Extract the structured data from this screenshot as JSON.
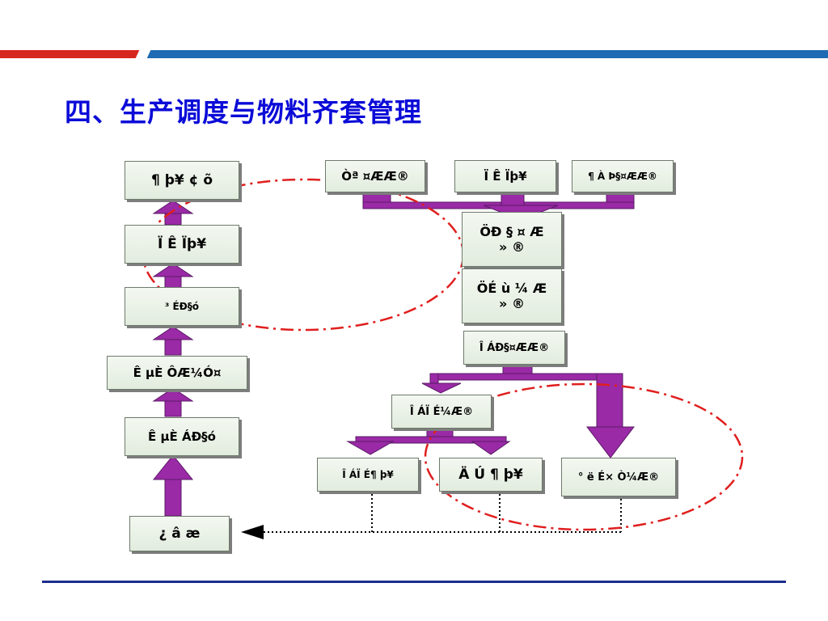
{
  "title": "四、生产调度与物料齐套管理",
  "colors": {
    "accent_red": "#d7261e",
    "accent_blue": "#1f6bb3",
    "title_blue": "#0b0bd8",
    "arrow_purple": "#9a2aa6",
    "ellipse_red": "#e01e1e"
  },
  "left_column": {
    "box1": "¶ þ¥ ¢ õ",
    "box2": "Ï  Ê Ïþ¥",
    "box3": "³ ÉÐ§ó",
    "box4": "Ê µÈ ÔÆ¼Ó¤",
    "box5": "Ê µÈ ÁÐ§ó",
    "box6": "¿ â  æ"
  },
  "top_row": {
    "box1": "Òª ¤ÆÆ®",
    "box2": "Ï  Ê Ïþ¥",
    "box3": "¶ À Þ§¤ÆÆ®"
  },
  "center_column": {
    "box1_line1": "ÖÐ § ¤ Æ",
    "box1_line2": "» ®",
    "box2_line1": "ÖÉ ù ¼ Æ",
    "box2_line2": "» ®",
    "box3": "Î ÁÐ§¤ÆÆ®"
  },
  "lower": {
    "mid_box": "Î ÁÏ É¼Æ®",
    "bottom_left": "Î ÁÏ É¶ þ¥",
    "bottom_mid": "Ä Ú ¶ þ¥",
    "bottom_right": "° ë É× Ò¼Æ®"
  }
}
